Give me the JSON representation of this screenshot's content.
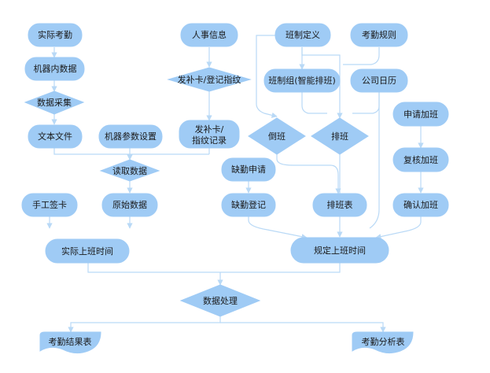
{
  "diagram": {
    "nodes": {
      "actual_attendance": "实际考勤",
      "machine_data": "机器内数据",
      "data_collect": "数据采集",
      "text_file": "文本文件",
      "machine_params": "机器参数设置",
      "read_data": "读取数据",
      "manual_card": "手工签卡",
      "raw_data": "原始数据",
      "actual_work_time": "实际上班时间",
      "personnel_info": "人事信息",
      "issue_card": "发补卡/登记指纹",
      "issue_card_record_1": "发补卡/",
      "issue_card_record_2": "指纹记录",
      "shift_def": "班制定义",
      "attendance_rules": "考勤规则",
      "shift_group": "班制组(智能排班)",
      "company_calendar": "公司日历",
      "swap_shift": "倒班",
      "scheduling": "排班",
      "absence_request": "缺勤申请",
      "absence_register": "缺勤登记",
      "schedule_table": "排班表",
      "overtime_request": "申请加班",
      "overtime_review": "复核加班",
      "overtime_confirm": "确认加班",
      "scheduled_work_time": "规定上班时间",
      "data_processing": "数据处理",
      "attendance_result": "考勤结果表",
      "attendance_analysis": "考勤分析表"
    },
    "colors": {
      "node_fill": "#9fcbf5",
      "connector": "#b9d9f6",
      "text": "#1a1a1a",
      "background": "#ffffff"
    }
  }
}
